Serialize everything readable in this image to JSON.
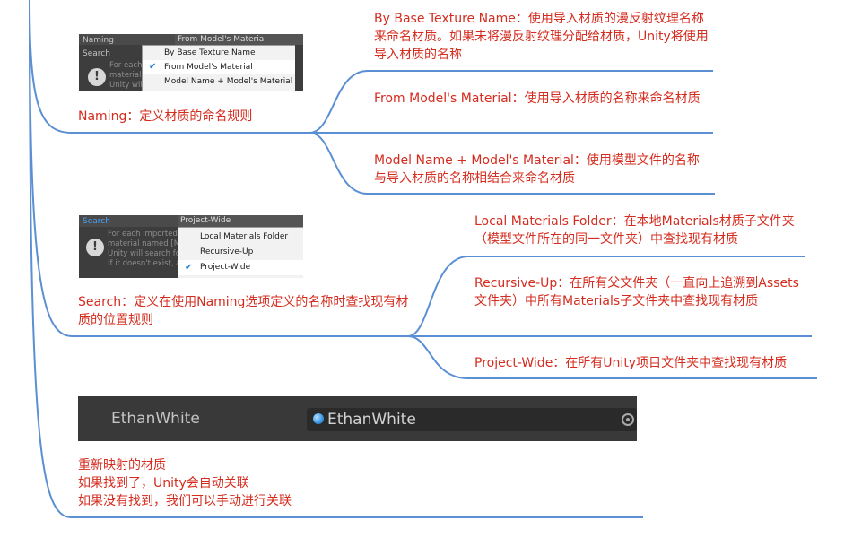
{
  "colors": {
    "text": "#d42c1f",
    "line": "#5b8fd4"
  },
  "naming": {
    "screenshot": {
      "label": "Naming",
      "value": "From Model's Material",
      "search_label": "Search",
      "blurb": "For each\nmaterial n\nUnity will\nIf it doesn'",
      "icon": "warning-icon",
      "options": [
        "By Base Texture Name",
        "From Model's Material",
        "Model Name + Model's Material"
      ],
      "selected_index": 1
    },
    "title": "Naming：定义材质的命名规则",
    "children": [
      "By Base Texture Name：使用导入材质的漫反射纹理名称来命名材质。如果未将漫反射纹理分配给材质，Unity将使用导入材质的名称",
      "From Model's Material：使用导入材质的名称来命名材质",
      "Model Name + Model's Material：使用模型文件的名称与导入材质的名称相结合来命名材质"
    ]
  },
  "search": {
    "screenshot": {
      "label": "Search",
      "value": "Project-Wide",
      "blurb": "For each imported m\nmaterial named [Mat\nUnity will search for\nIf it doesn't exist, a n",
      "icon": "warning-icon",
      "options": [
        "Local Materials Folder",
        "Recursive-Up",
        "Project-Wide"
      ],
      "selected_index": 2
    },
    "title": "Search：定义在使用Naming选项定义的名称时查找现有材质的位置规则",
    "children": [
      "Local Materials Folder：在本地Materials材质子文件夹（模型文件所在的同一文件夹）中查找现有材质",
      "Recursive-Up：在所有父文件夹（一直向上追溯到Assets文件夹）中所有Materials子文件夹中查找现有材质",
      "Project-Wide：在所有Unity项目文件夹中查找现有材质"
    ]
  },
  "remap": {
    "field_label": "EthanWhite",
    "object_value": "EthanWhite",
    "lines": [
      "重新映射的材质",
      "如果找到了，Unity会自动关联",
      "如果没有找到，我们可以手动进行关联"
    ]
  }
}
